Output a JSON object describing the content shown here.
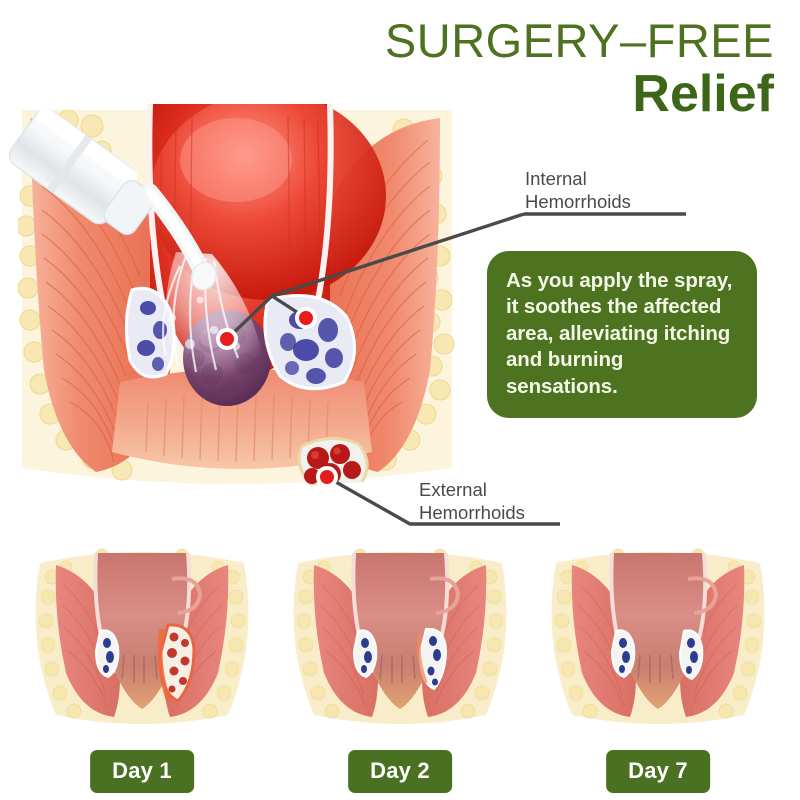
{
  "headline": {
    "line1": "SURGERY–FREE",
    "line2": "Relief",
    "line1_color": "#4e7220",
    "line2_color": "#3d6618"
  },
  "callout": {
    "text": "As you apply the spray, it soothes the affected area, alleviating itching and burning sensations.",
    "background_color": "#4d7320",
    "text_color": "#f2f7e8"
  },
  "labels": {
    "internal": "Internal\nHemorrhoids",
    "internal_line1": "Internal",
    "internal_line2": "Hemorrhoids",
    "external": "External\nHemorrhoids",
    "external_line1": "External",
    "external_line2": "Hemorrhoids",
    "leader_color": "#4a4a4a",
    "marker_color": "#e81c1c"
  },
  "main_illustration": {
    "name": "anal-canal-cross-section-with-spray",
    "applicator": "white-spray-bottle-with-nozzle",
    "mist": "white-spray-mist",
    "internal_hemorrhoid_color": "#7e4a72",
    "external_hemorrhoid_color": "#c01a1a",
    "mucosa_color": "#e8402f",
    "muscle_color": "#f0836a",
    "fat_color": "#f6e7b4"
  },
  "progression": {
    "cards": [
      {
        "badge": "Day 1",
        "art": "hemorrhoid-severe-inflamed",
        "severity": "severe",
        "inflamed_side": "right",
        "veins_left": "normal-blue",
        "veins_right": "engorged-red"
      },
      {
        "badge": "Day 2",
        "art": "hemorrhoid-moderate-improving",
        "severity": "moderate",
        "inflamed_side": "right",
        "veins_left": "normal-blue",
        "veins_right": "mildly-inflamed"
      },
      {
        "badge": "Day 7",
        "art": "hemorrhoid-healed-normal",
        "severity": "healed",
        "inflamed_side": "none",
        "veins_left": "normal-blue",
        "veins_right": "normal-blue"
      }
    ],
    "badge_color": "#4a7021",
    "badge_text_color": "#ffffff"
  }
}
